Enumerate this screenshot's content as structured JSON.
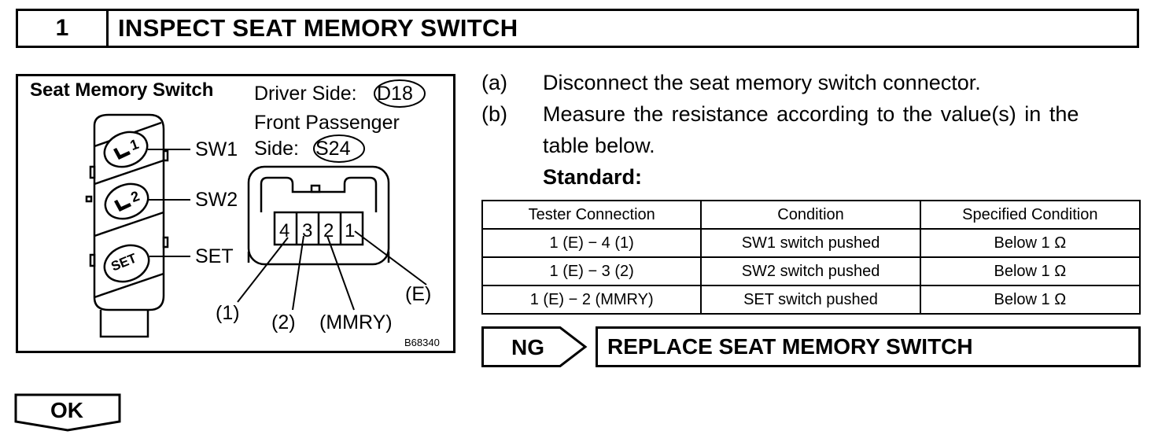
{
  "header": {
    "step": "1",
    "title": "INSPECT SEAT MEMORY SWITCH"
  },
  "figure": {
    "title": "Seat Memory Switch",
    "driver_side": "Driver Side:",
    "driver_connector": "D18",
    "front_passenger": "Front Passenger",
    "side": "Side:",
    "passenger_connector": "S24",
    "sw1": "SW1",
    "sw2": "SW2",
    "set": "SET",
    "button1_label": "1",
    "button2_label": "2",
    "button_set_label": "SET",
    "pin4": "4",
    "pin3": "3",
    "pin2": "2",
    "pin1": "1",
    "term1": "(1)",
    "term2": "(2)",
    "term_mmry": "(MMRY)",
    "term_e": "(E)",
    "code": "B68340"
  },
  "instructions": [
    {
      "letter": "(a)",
      "text": "Disconnect the seat memory switch connector."
    },
    {
      "letter": "(b)",
      "text": "Measure the resistance according to the value(s) in the"
    },
    {
      "letter": "",
      "text": "table below."
    }
  ],
  "standard_label": "Standard:",
  "table": {
    "headers": [
      "Tester Connection",
      "Condition",
      "Specified Condition"
    ],
    "rows": [
      [
        "1 (E) − 4 (1)",
        "SW1 switch pushed",
        "Below 1 Ω"
      ],
      [
        "1 (E) − 3 (2)",
        "SW2 switch pushed",
        "Below 1 Ω"
      ],
      [
        "1 (E) − 2 (MMRY)",
        "SET switch pushed",
        "Below 1 Ω"
      ]
    ]
  },
  "ng": {
    "label": "NG",
    "action": "REPLACE SEAT MEMORY SWITCH"
  },
  "ok": {
    "label": "OK"
  }
}
